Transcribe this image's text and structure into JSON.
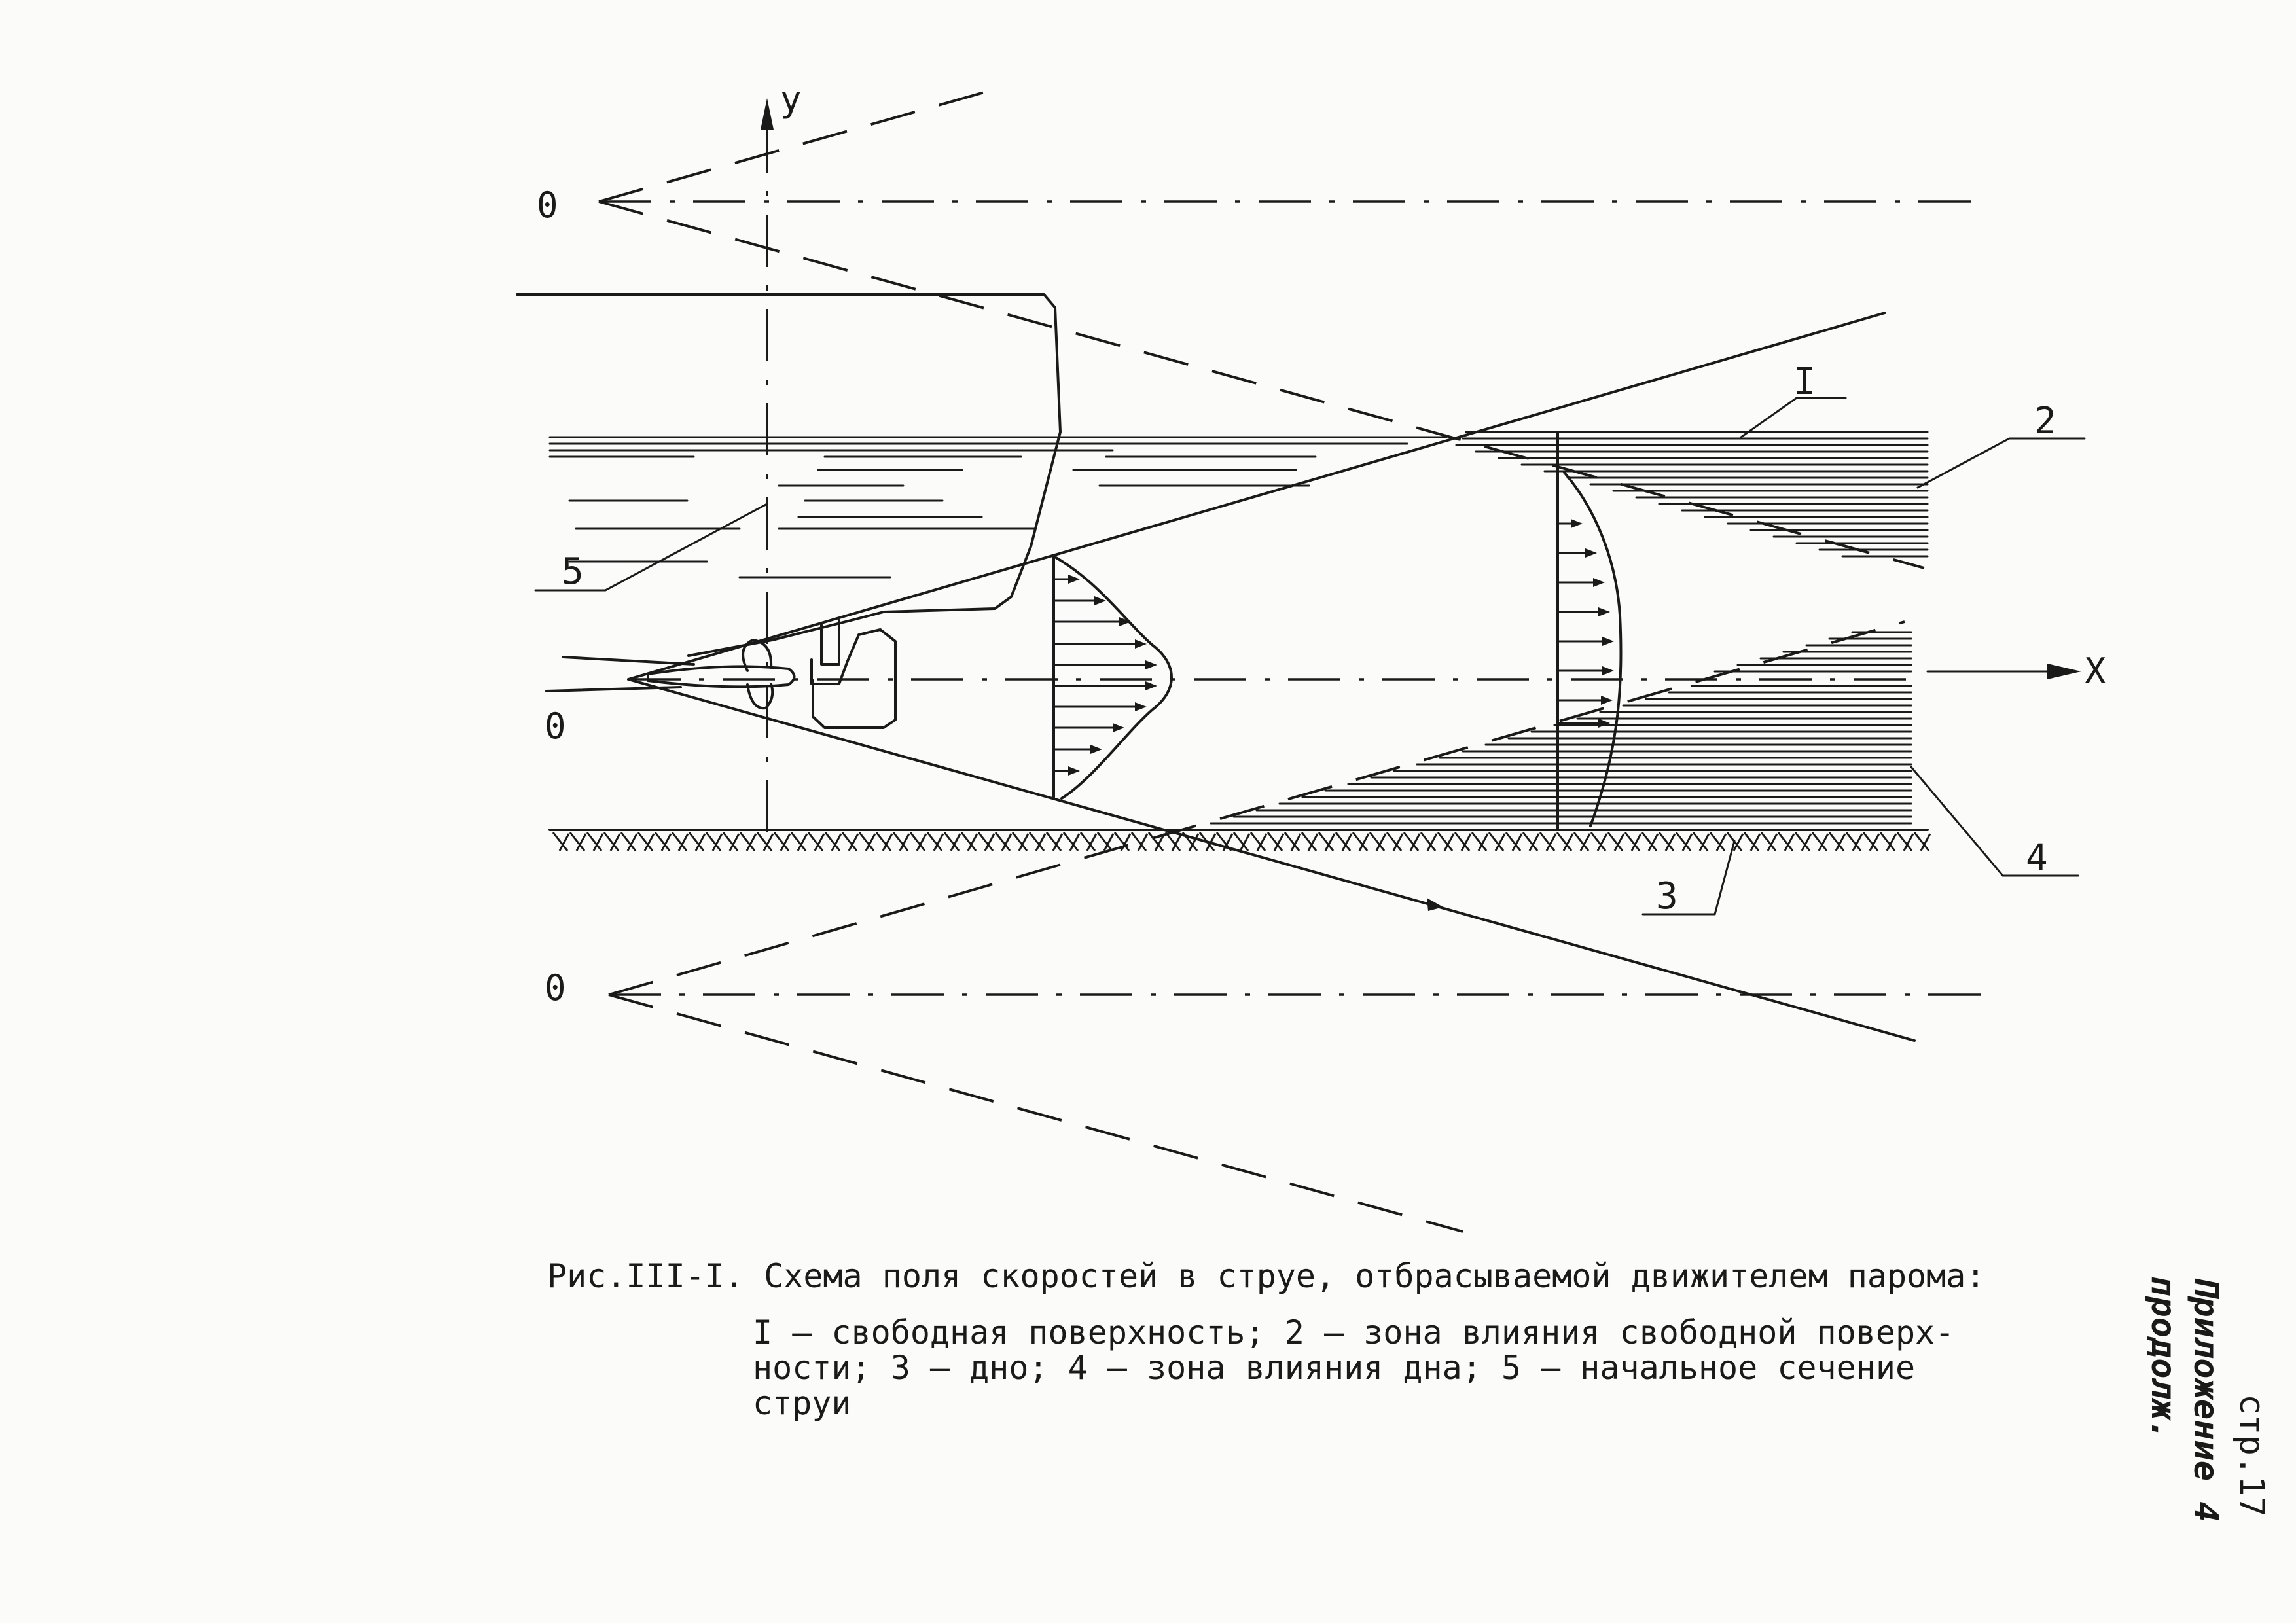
{
  "axes": {
    "x_label": "X",
    "y_label": "у"
  },
  "origin_labels": [
    "0",
    "0",
    "0"
  ],
  "zone_labels": [
    "I",
    "2",
    "3",
    "4",
    "5"
  ],
  "caption": {
    "title": "Рис.III-I. Схема поля скоростей в струе, отбрасываемой движителем парома:",
    "line1": "I – свободная поверхность; 2 – зона влияния свободной поверх-",
    "line2": "ности; 3 – дно; 4 – зона влияния дна; 5 – начальное сечение",
    "line3": "струи"
  },
  "side_note": {
    "page": "стр.17",
    "appendix": "Приложение 4",
    "continuation": "продолж."
  }
}
